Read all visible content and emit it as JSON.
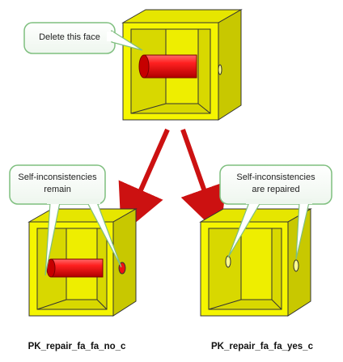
{
  "callouts": {
    "top": "Delete this face",
    "left_line1": "Self-inconsistencies",
    "left_line2": "remain",
    "right_line1": "Self-inconsistencies",
    "right_line2": "are repaired"
  },
  "captions": {
    "left": "PK_repair_fa_fa_no_c",
    "right": "PK_repair_fa_fa_yes_c"
  },
  "colors": {
    "box_face": "#f5f500",
    "box_side": "#c8c800",
    "box_inner": "#d8d800",
    "cylinder": "#ee1111",
    "arrow": "#cc1111",
    "callout_border": "#7fbf7f"
  }
}
